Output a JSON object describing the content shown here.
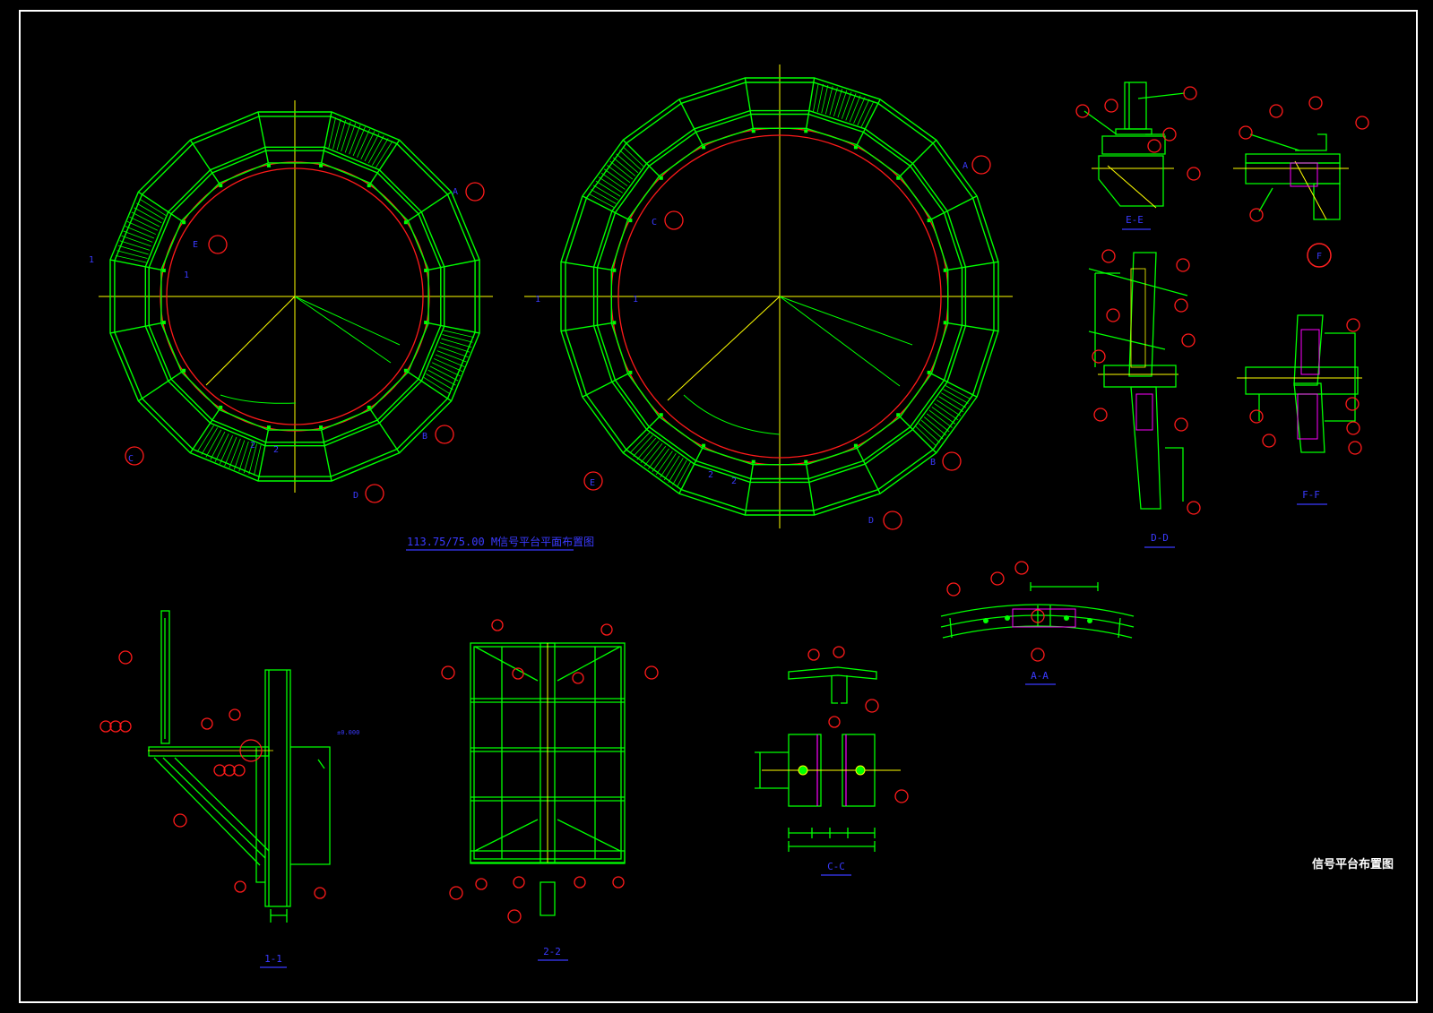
{
  "drawing": {
    "sheet_title": "信号平台布置图",
    "plan_title": "113.75/75.00   M信号平台平面布置图",
    "colors": {
      "background": "#000000",
      "frame": "#ffffff",
      "steel": "#00ff00",
      "centerline": "#ffff00",
      "ring": "#ff1a1a",
      "text": "#3a3aff",
      "bubble": "#ff0000",
      "bolt_plate": "#ff00ff"
    }
  },
  "plan_left": {
    "tags": [
      "A",
      "B",
      "C",
      "D",
      "E"
    ],
    "section_marks": [
      "1",
      "1",
      "2",
      "2"
    ]
  },
  "plan_right": {
    "tags": [
      "A",
      "B",
      "C",
      "D",
      "E"
    ],
    "section_marks": [
      "1",
      "1",
      "2",
      "2"
    ]
  },
  "details": [
    {
      "id": "ee",
      "label": "E-E"
    },
    {
      "id": "ff",
      "label": "F-F"
    },
    {
      "id": "dd",
      "label": "D-D"
    },
    {
      "id": "aa",
      "label": "A-A"
    },
    {
      "id": "cc",
      "label": "C-C"
    },
    {
      "id": "s11",
      "label": "1-1"
    },
    {
      "id": "s22",
      "label": "2-2"
    }
  ],
  "detail_f_mark": "F",
  "elev_tag": "±0.000"
}
